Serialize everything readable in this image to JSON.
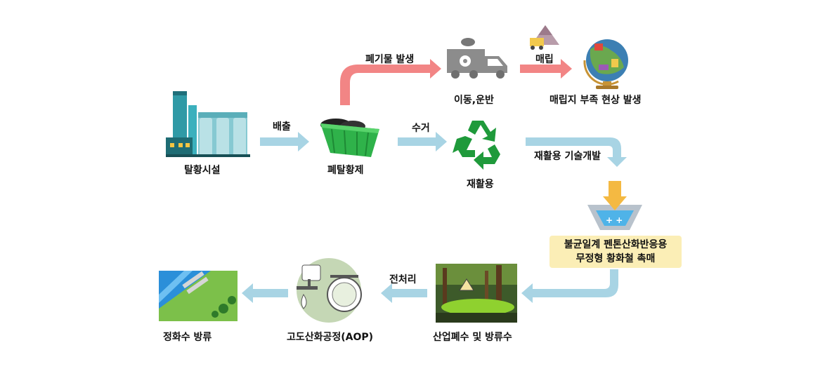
{
  "nodes": {
    "plant": "탈황시설",
    "desulf_agent": "폐탈황제",
    "transport": "이동,운반",
    "landfill_shortage": "매립지 부족 현상 발생",
    "recycle": "재활용",
    "industrial_waste": "산업폐수 및 방류수",
    "aop": "고도산화공정(AOP)",
    "purified": "정화수 방류"
  },
  "edges": {
    "discharge": "배출",
    "waste_gen": "폐기물 발생",
    "landfill": "매립",
    "collect": "수거",
    "recycle_tech": "재활용 기술개발",
    "pretreat": "전처리"
  },
  "catalyst": {
    "line1": "불균일계 펜톤산화반응용",
    "line2": "무정형 황화철 촉매"
  },
  "colors": {
    "flow_arrow": "#a8d4e4",
    "waste_arrow": "#f28585",
    "recycle_green": "#1f9a3b",
    "catalyst_bg": "#fbeeb6"
  }
}
